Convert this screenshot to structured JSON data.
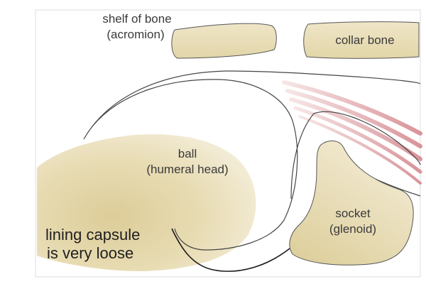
{
  "labels": {
    "acromion_line1": "shelf of bone",
    "acromion_line2": "(acromion)",
    "collar_bone": "collar bone",
    "ball_line1": "ball",
    "ball_line2": "(humeral head)",
    "socket_line1": "socket",
    "socket_line2": "(glenoid)",
    "capsule_line1": "lining capsule",
    "capsule_line2": "is very loose"
  },
  "colors": {
    "bone_fill": "#ebe2bf",
    "bone_fill_dark": "#dccd98",
    "outline": "#3a3a3a",
    "muscle": "#d9949a",
    "muscle_light": "#f4dcdc",
    "frame": "#dcdcdc"
  }
}
